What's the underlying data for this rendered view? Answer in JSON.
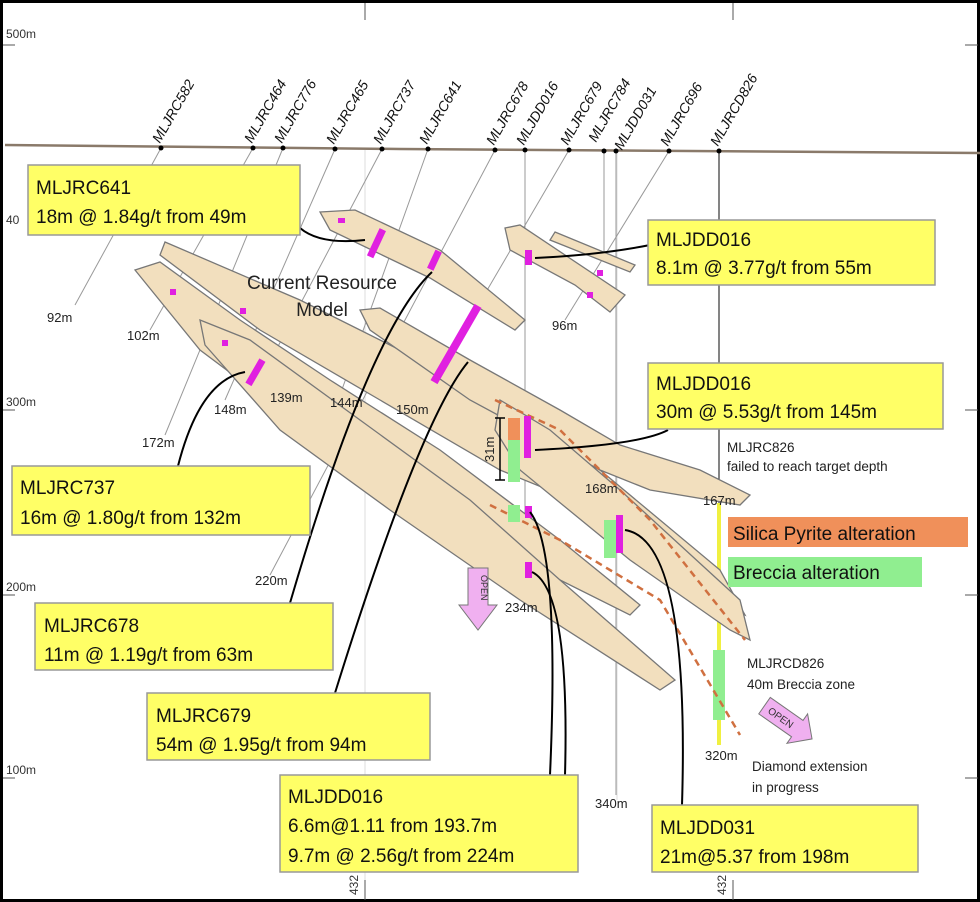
{
  "axis": {
    "elevations": [
      "500m",
      "40",
      "300m",
      "200m",
      "100m"
    ],
    "easting": [
      "432",
      "432"
    ]
  },
  "holes": [
    "MLJRC582",
    "MLJRC464",
    "MLJRC776",
    "MLJRC465",
    "MLJRC737",
    "MLJRC641",
    "MLJRC678",
    "MLJDD016",
    "MLJRC679",
    "MLJRC784",
    "MLJDD031",
    "MLJRC696",
    "MLJRCD826"
  ],
  "depths": [
    "92m",
    "102m",
    "172m",
    "148m",
    "139m",
    "144m",
    "150m",
    "96m",
    "220m",
    "234m",
    "168m",
    "167m",
    "320m",
    "340m",
    "31m"
  ],
  "resource": {
    "line1": "Current Resource",
    "line2": "Model"
  },
  "callouts": [
    {
      "hole": "MLJRC641",
      "lines": [
        "18m @ 1.84g/t from 49m"
      ]
    },
    {
      "hole": "MLJDD016",
      "lines": [
        "8.1m @ 3.77g/t from 55m"
      ]
    },
    {
      "hole": "MLJDD016",
      "lines": [
        "30m @ 5.53g/t from 145m"
      ]
    },
    {
      "hole": "MLJRC737",
      "lines": [
        "16m @ 1.80g/t from 132m"
      ]
    },
    {
      "hole": "MLJRC678",
      "lines": [
        "11m @ 1.19g/t from 63m"
      ]
    },
    {
      "hole": "MLJRC679",
      "lines": [
        "54m @ 1.95g/t from 94m"
      ]
    },
    {
      "hole": "MLJDD016",
      "lines": [
        "6.6m@1.11 from 193.7m",
        "9.7m @ 2.56g/t from 224m"
      ]
    },
    {
      "hole": "MLJDD031",
      "lines": [
        "21m@5.37 from 198m"
      ]
    }
  ],
  "legend": {
    "silica": "Silica Pyrite alteration",
    "breccia": "Breccia alteration",
    "silica_color": "#f0905a",
    "breccia_color": "#90ee90"
  },
  "notes": {
    "rc826_1": "MLJRC826",
    "rc826_2": "failed to reach target depth",
    "rcd826_1": "MLJRCD826",
    "rcd826_2": "40m Breccia zone",
    "diamond_1": "Diamond extension",
    "diamond_2": "in progress",
    "open": "OPEN"
  }
}
